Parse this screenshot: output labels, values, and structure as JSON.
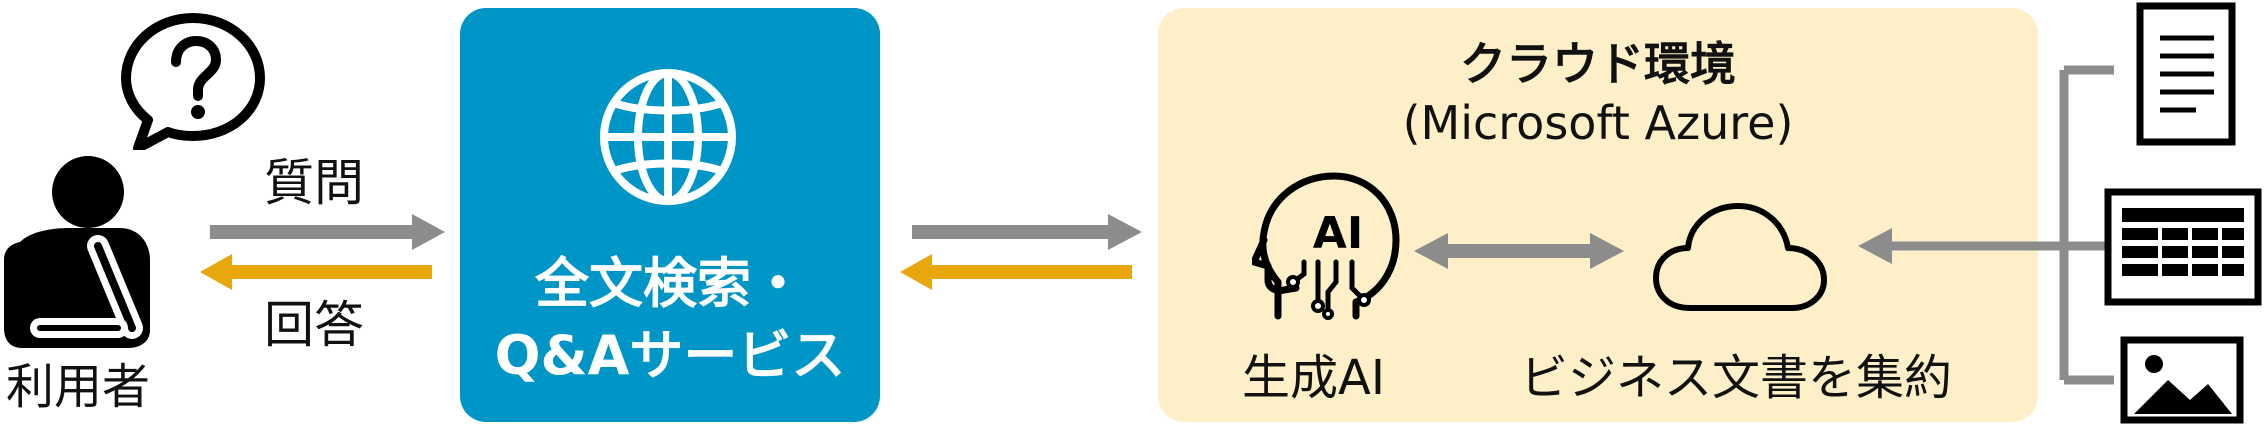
{
  "user": {
    "label": "利用者"
  },
  "flow": {
    "question_label": "質問",
    "answer_label": "回答"
  },
  "service": {
    "title_line1": "全文検索・",
    "title_line2": "Q&Aサービス"
  },
  "cloud": {
    "title": "クラウド環境",
    "subtitle": "(Microsoft Azure)",
    "ai_label": "生成AI",
    "ai_icon_text": "AI",
    "storage_label": "ビジネス文書を集約"
  },
  "colors": {
    "service_bg": "#0095c7",
    "cloud_bg": "#fdf0c9",
    "arrow_gray": "#8c8c8c",
    "arrow_gold": "#e8a80c"
  },
  "icons": [
    "question-bubble-icon",
    "thinking-person-icon",
    "globe-icon",
    "ai-head-icon",
    "cloud-icon",
    "document-icon",
    "spreadsheet-icon",
    "image-icon"
  ]
}
